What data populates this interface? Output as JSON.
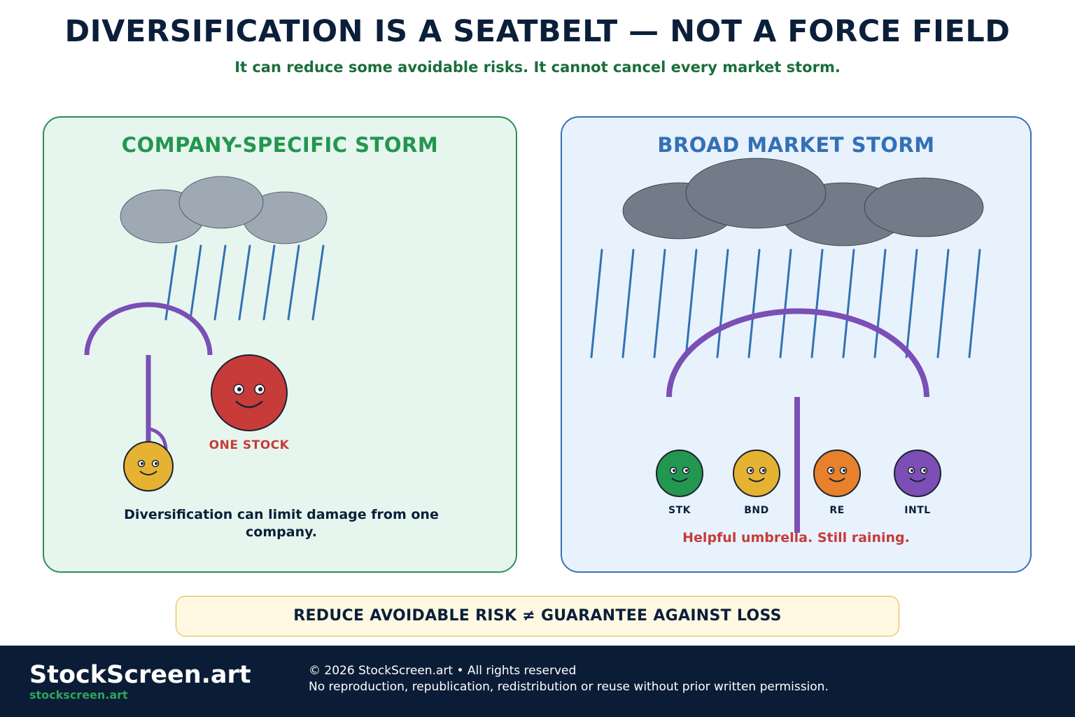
{
  "header": {
    "title": "DIVERSIFICATION IS A SEATBELT — NOT A FORCE FIELD",
    "subtitle": "It can reduce some avoidable risks. It cannot cancel every market storm."
  },
  "left_panel": {
    "title": "COMPANY-SPECIFIC STORM",
    "stock_label": "ONE STOCK",
    "caption": "Diversification can limit damage from one company.",
    "colors": {
      "border": "#2b8f52",
      "background": "#e6f6ee",
      "cloud": "#9fa9b4",
      "umbrella": "#7b4fb5",
      "stock_face": "#c73b39",
      "small_face": "#e5b231"
    }
  },
  "right_panel": {
    "title": "BROAD MARKET STORM",
    "assets": [
      {
        "label": "STK",
        "color": "#239650"
      },
      {
        "label": "BND",
        "color": "#e5b231"
      },
      {
        "label": "RE",
        "color": "#e8812b"
      },
      {
        "label": "INTL",
        "color": "#7b4fb5"
      }
    ],
    "caption": "Helpful umbrella. Still raining.",
    "colors": {
      "border": "#3a70b4",
      "background": "#e8f2fd",
      "cloud": "#727c89",
      "rain": "#3470b5"
    }
  },
  "banner": {
    "text": "REDUCE AVOIDABLE RISK ≠ GUARANTEE AGAINST LOSS"
  },
  "footer": {
    "brand": "StockScreen.art",
    "url": "stockscreen.art",
    "copyright": "© 2026 StockScreen.art • All rights reserved",
    "notice": "No reproduction, republication, redistribution or reuse without prior written permission."
  }
}
